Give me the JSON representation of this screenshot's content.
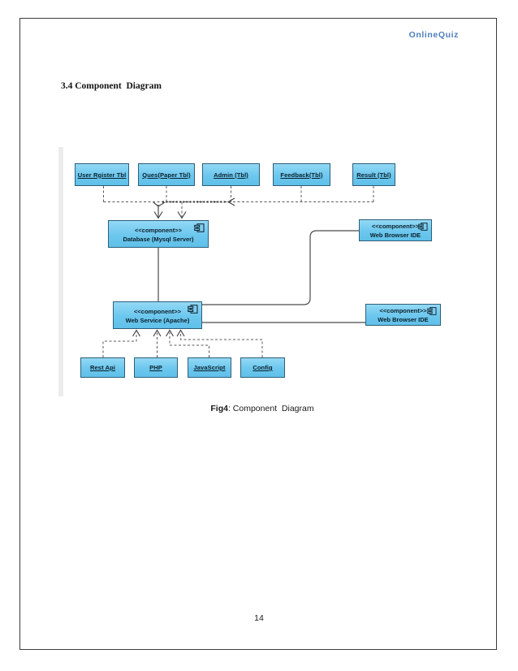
{
  "page": {
    "brand": "OnlineQuiz",
    "heading": "3.4 Component  Diagram",
    "caption": {
      "fig_label": "Fig4",
      "text": ": Component  Diagram"
    },
    "page_number": "14"
  },
  "diagram": {
    "stereotype": "<<component>>",
    "tables": [
      {
        "label": "User Rgister Tbl"
      },
      {
        "label": "Ques(Paper Tbl)"
      },
      {
        "label": "Admin (Tbl)"
      },
      {
        "label": "Feedback(Tbl)"
      },
      {
        "label": "Result (Tbl)"
      }
    ],
    "components": [
      {
        "name": "Database (Mysql Server)"
      },
      {
        "name": "Web Browser IDE"
      },
      {
        "name": "Web Service (Apache)"
      },
      {
        "name": "Web Browser IDE"
      }
    ],
    "modules": [
      {
        "label": "Rest Api"
      },
      {
        "label": "PHP"
      },
      {
        "label": "JavaScript"
      },
      {
        "label": "Config"
      }
    ],
    "colors": {
      "node_fill_top": "#93d9f5",
      "node_fill_bottom": "#5fc0e9",
      "node_border": "#2e5f79",
      "brand_blue": "#4e7dbd"
    }
  }
}
